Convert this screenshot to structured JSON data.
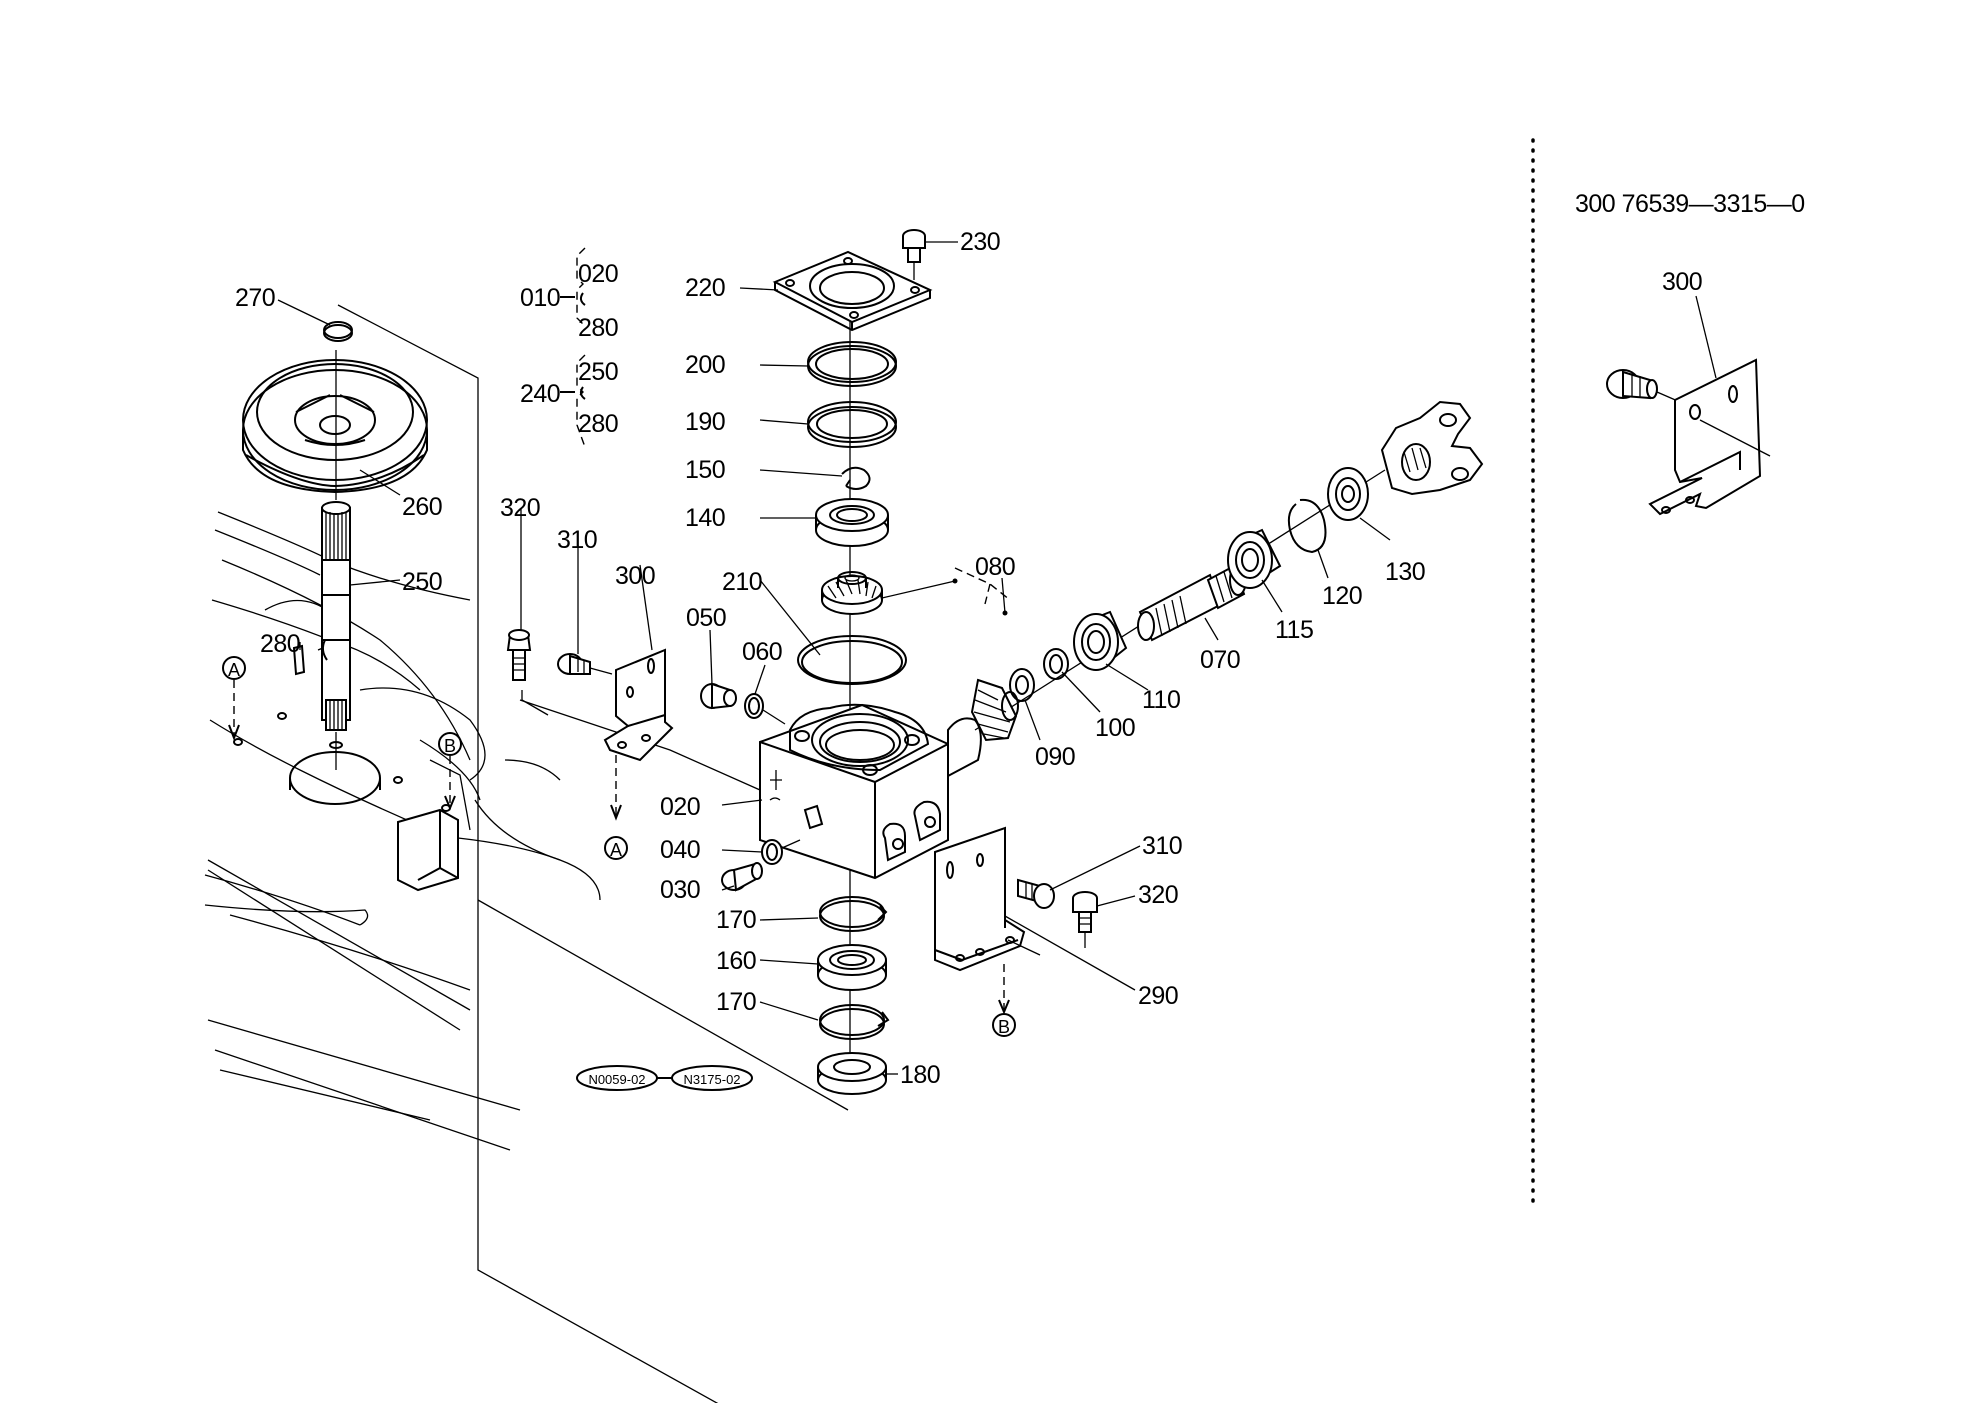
{
  "labels": {
    "p010": "010",
    "p020": "020",
    "p280": "280",
    "p240": "240",
    "p250": "250",
    "p270": "270",
    "p260": "260",
    "p250b": "250",
    "p280b": "280",
    "p320": "320",
    "p310": "310",
    "p300": "300",
    "p220": "220",
    "p230": "230",
    "p200": "200",
    "p190": "190",
    "p150": "150",
    "p140": "140",
    "p210": "210",
    "p080": "080",
    "p050": "050",
    "p060": "060",
    "p020b": "020",
    "p040": "040",
    "p030": "030",
    "p170": "170",
    "p160": "160",
    "p170b": "170",
    "p180": "180",
    "p090": "090",
    "p100": "100",
    "p110": "110",
    "p070": "070",
    "p115": "115",
    "p120": "120",
    "p130": "130",
    "p310b": "310",
    "p320b": "320",
    "p290": "290",
    "p300_inset": "300"
  },
  "refs": {
    "A": "A",
    "B": "B",
    "A2": "A",
    "B2": "B"
  },
  "codes": {
    "left": "N0059-02",
    "right": "N3175-02"
  },
  "inset_caption": "300 76539—3315—0"
}
